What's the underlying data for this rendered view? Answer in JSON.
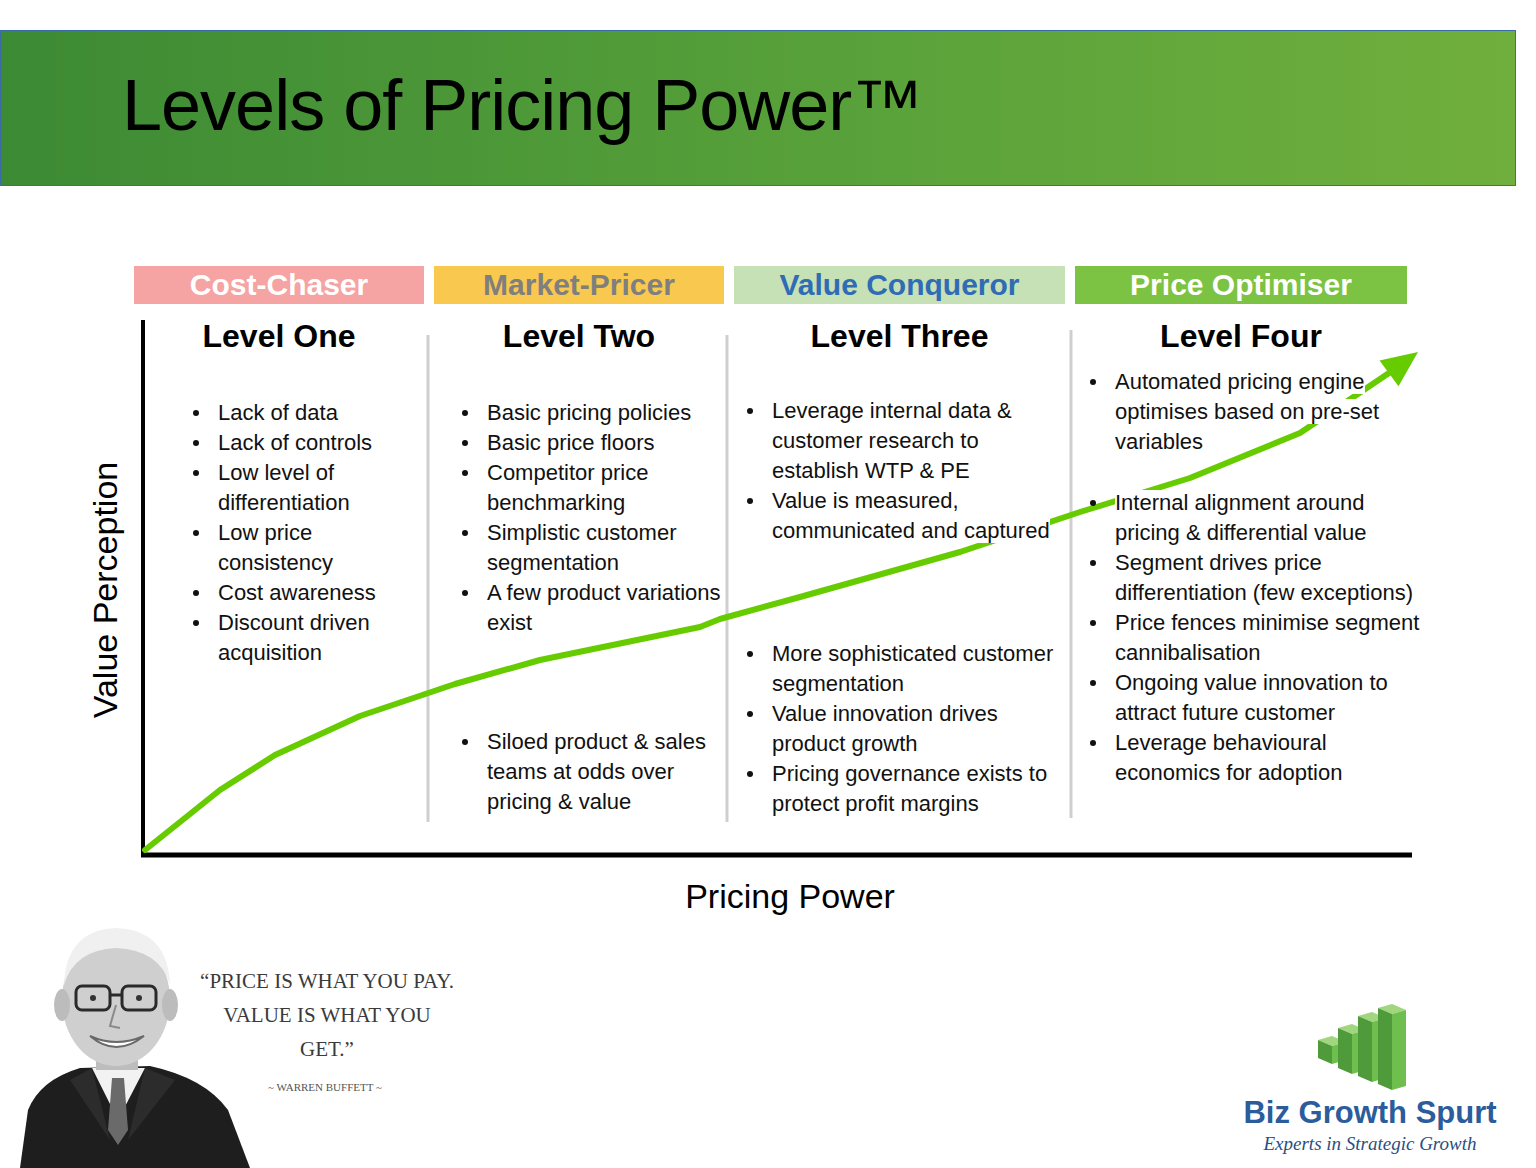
{
  "diagram": {
    "title": "Levels of Pricing Power™",
    "nodes": [
      {
        "text": [
          "Cost-Chaser",
          "Level One"
        ]
      },
      {
        "text": [
          "Market-Pricer",
          "Level Two"
        ]
      },
      {
        "text": [
          "Value Conqueror",
          "Level Three"
        ]
      },
      {
        "text": [
          "Price Optimiser",
          "Level Four"
        ]
      }
    ],
    "labels": [
      "Lack of data",
      "Lack of controls",
      "Low level of differentiation",
      "Low price consistency",
      "Cost awareness",
      "Discount driven acquisition",
      "Basic pricing policies",
      "Basic price floors",
      "Competitor price benchmarking",
      "Simplistic customer segmentation",
      "A few product variations exist",
      "Siloed product & sales teams at odds over pricing & value",
      "Leverage internal data & customer research to establish WTP & PE",
      "Value is measured, communicated and captured",
      "More sophisticated customer segmentation",
      "Value innovation drives product growth",
      "Pricing governance exists to protect profit margins",
      "Automated pricing engine optimises based on pre-set variables",
      "Internal alignment around pricing & differential value",
      "Segment drives price differentiation (few exceptions)",
      "Price fences minimise segment cannibalisation",
      "Ongoing value innovation to attract future customer",
      "Leverage behavioural economics for adoption",
      "Value Perception",
      "Pricing Power",
      "“PRICE IS WHAT YOU PAY. VALUE IS WHAT YOU GET.”",
      "~ WARREN BUFFETT ~",
      "Biz Growth Spurt",
      "Experts in Strategic Growth"
    ]
  }
}
